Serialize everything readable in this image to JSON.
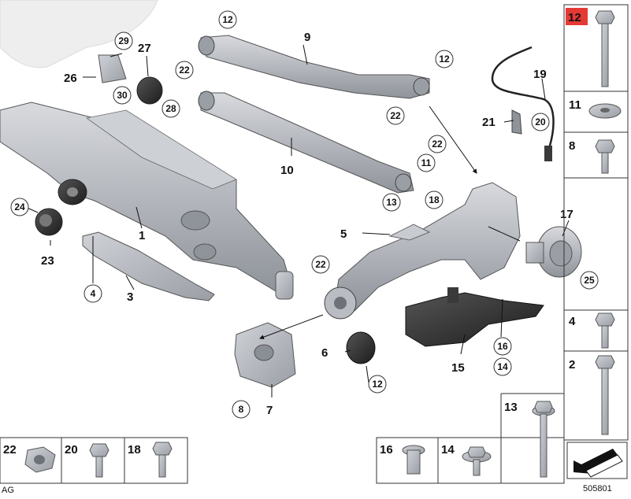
{
  "diagram": {
    "reference_number": "505801",
    "footer_text": "AG",
    "highlight_color": "#e53935",
    "part_metal_color": "#b9bcc2",
    "part_dark_color": "#2a2a2a",
    "callouts": {
      "1": "1",
      "2": "2",
      "3": "3",
      "4": "4",
      "5": "5",
      "6": "6",
      "7": "7",
      "8": "8",
      "9": "9",
      "10": "10",
      "11": "11",
      "12": "12",
      "13": "13",
      "14": "14",
      "15": "15",
      "16": "16",
      "17": "17",
      "18": "18",
      "19": "19",
      "20": "20",
      "21": "21",
      "22": "22",
      "23": "23",
      "24": "24",
      "25": "25",
      "26": "26",
      "27": "27",
      "28": "28",
      "29": "29",
      "30": "30"
    },
    "hardware_legend": {
      "right_column": [
        "12",
        "11",
        "8",
        "4",
        "2"
      ],
      "bottom_left": [
        "22",
        "20",
        "18"
      ],
      "bottom_right": [
        "16",
        "14",
        "13"
      ]
    }
  }
}
